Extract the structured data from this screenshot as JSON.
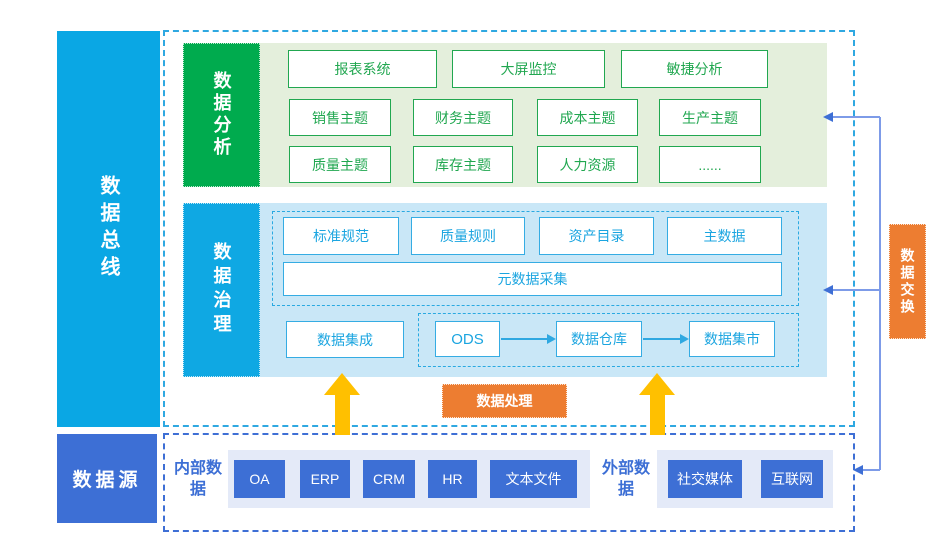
{
  "bus": {
    "label": "数据总线"
  },
  "exchange": {
    "label": "数据交换"
  },
  "analysis": {
    "label": "数据分析",
    "row1": [
      "报表系统",
      "大屏监控",
      "敏捷分析"
    ],
    "row2": [
      "销售主题",
      "财务主题",
      "成本主题",
      "生产主题"
    ],
    "row3": [
      "质量主题",
      "库存主题",
      "人力资源",
      "......"
    ]
  },
  "governance": {
    "label": "数据治理",
    "standards": [
      "标准规范",
      "质量规则",
      "资产目录",
      "主数据"
    ],
    "metadata": "元数据采集",
    "integration": "数据集成",
    "pipeline": [
      "ODS",
      "数据仓库",
      "数据集市"
    ]
  },
  "processing": {
    "label": "数据处理"
  },
  "source": {
    "label": "数据源",
    "internal_label": "内部数据",
    "internal_items": [
      "OA",
      "ERP",
      "CRM",
      "HR",
      "文本文件"
    ],
    "external_label": "外部数据",
    "external_items": [
      "社交媒体",
      "互联网"
    ]
  },
  "colors": {
    "bus_cyan": "#0aa7e4",
    "analysis_green": "#00ab4e",
    "analysis_panel": "#e4efdc",
    "analysis_item": "#21a750",
    "governance_blue": "#0fa8e3",
    "governance_panel": "#c9e7f7",
    "governance_item": "#1ba5e0",
    "orange": "#ed7d31",
    "arrow_yellow": "#ffc000",
    "source_blue": "#3d6fd5",
    "source_strip": "#e4eaf8",
    "connector": "#7d9be8"
  }
}
